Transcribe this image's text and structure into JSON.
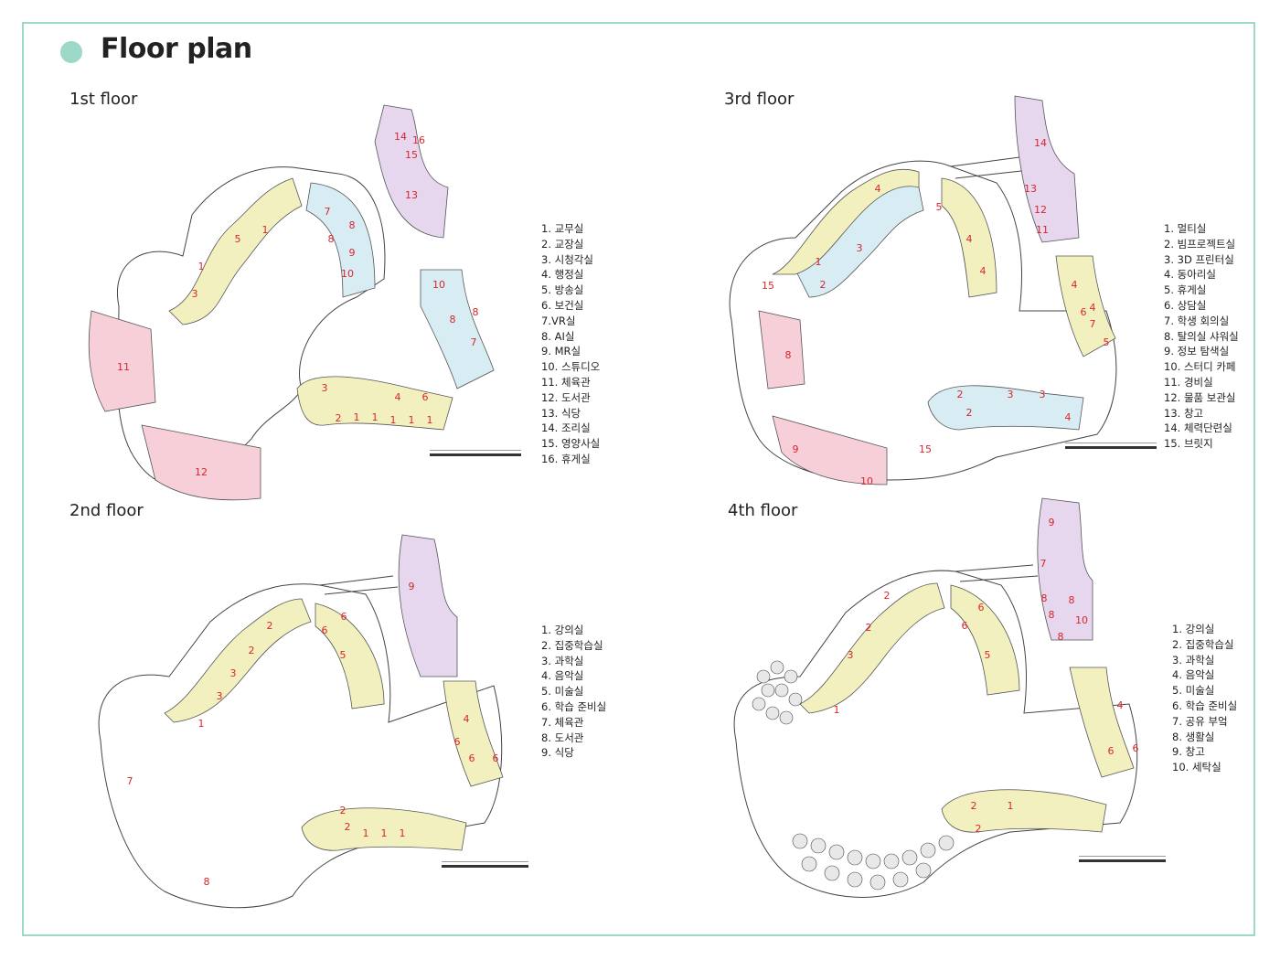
{
  "page": {
    "title": "Floor plan"
  },
  "colors": {
    "accent": "#9ed8c8",
    "classroom": "#f3f0c0",
    "lab": "#d7ecf3",
    "gym": "#f7cfd9",
    "cafeteria": "#e6d6ee",
    "label": "#d9262c"
  },
  "floors": [
    {
      "title": "1st floor",
      "legend": [
        "1. 교무실",
        "2. 교장실",
        "3. 시청각실",
        "4. 행정실",
        "5. 방송실",
        "6. 보건실",
        "7.VR실",
        "8. AI실",
        "9. MR실",
        "10. 스튜디오",
        "11. 체육관",
        "12. 도서관",
        "13. 식당",
        "14. 조리실",
        "15. 영양사실",
        "16. 휴게실"
      ],
      "labels": [
        "1",
        "1",
        "1",
        "1",
        "1",
        "1",
        "1",
        "2",
        "3",
        "3",
        "4",
        "5",
        "6",
        "7",
        "7",
        "8",
        "8",
        "8",
        "8",
        "9",
        "10",
        "10",
        "11",
        "12",
        "13",
        "14",
        "15",
        "16"
      ]
    },
    {
      "title": "3rd floor",
      "legend": [
        "1. 멀티실",
        "2. 빔프로젝트실",
        "3. 3D 프린터실",
        "4. 동아리실",
        "5. 휴게실",
        "6. 상담실",
        "7. 학생 회의실",
        "8. 탈의실 샤워실",
        "9. 정보 탐색실",
        "10. 스터디 카페",
        "11. 경비실",
        "12. 물품 보관실",
        "13. 창고",
        "14. 체력단련실",
        "15. 브릿지"
      ],
      "labels": [
        "1",
        "2",
        "2",
        "2",
        "3",
        "3",
        "3",
        "4",
        "4",
        "4",
        "4",
        "4",
        "4",
        "5",
        "5",
        "6",
        "7",
        "8",
        "9",
        "10",
        "11",
        "12",
        "13",
        "14",
        "15",
        "15"
      ]
    },
    {
      "title": "2nd floor",
      "legend": [
        "1. 강의실",
        "2. 집중학습실",
        "3. 과학실",
        "4. 음악실",
        "5. 미술실",
        "6. 학습 준비실",
        "7. 체육관",
        "8. 도서관",
        "9. 식당"
      ],
      "labels": [
        "1",
        "1",
        "1",
        "1",
        "2",
        "2",
        "2",
        "2",
        "3",
        "3",
        "4",
        "5",
        "6",
        "6",
        "6",
        "6",
        "6",
        "7",
        "8",
        "9"
      ]
    },
    {
      "title": "4th floor",
      "legend": [
        "1. 강의실",
        "2. 집중학습실",
        "3. 과학실",
        "4. 음악실",
        "5. 미술실",
        "6. 학습 준비실",
        "7. 공유 부엌",
        "8. 생활실",
        "9. 창고",
        "10. 세탁실"
      ],
      "labels": [
        "1",
        "1",
        "2",
        "2",
        "2",
        "2",
        "3",
        "4",
        "5",
        "6",
        "6",
        "6",
        "6",
        "7",
        "8",
        "8",
        "8",
        "8",
        "9",
        "10"
      ]
    }
  ]
}
